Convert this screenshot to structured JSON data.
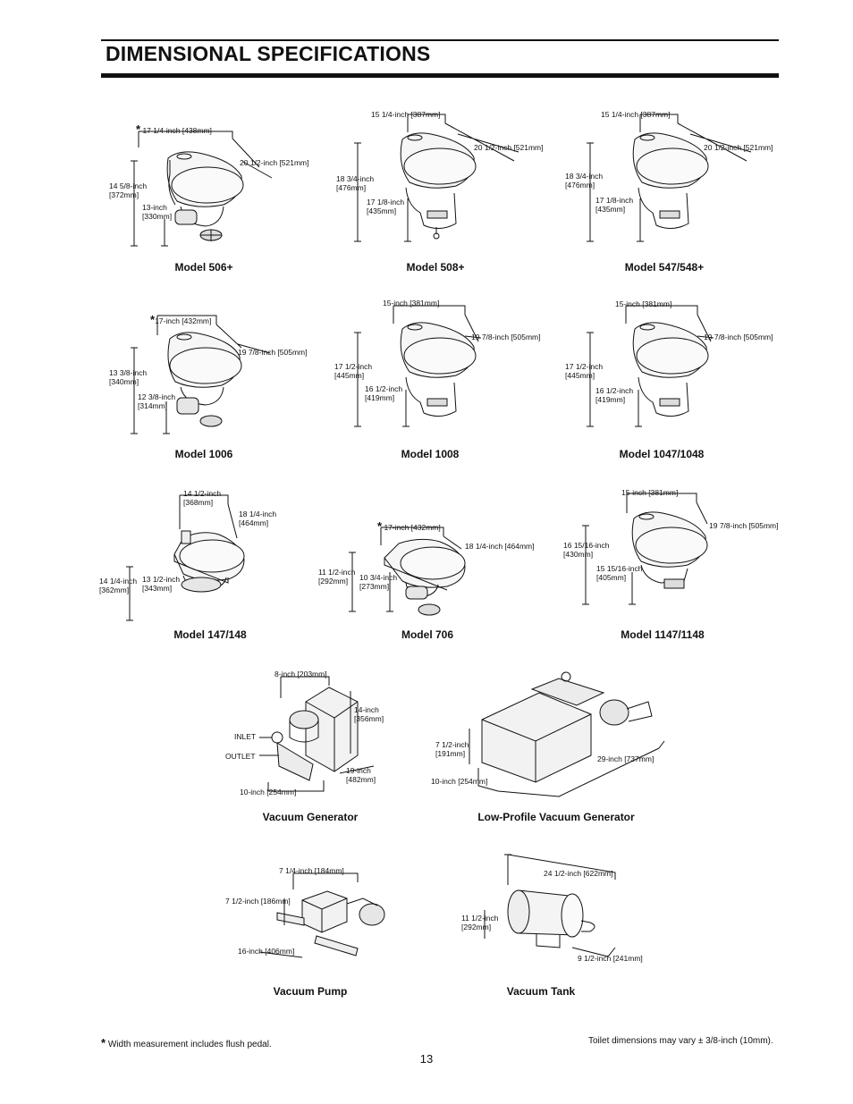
{
  "page": {
    "title": "DIMENSIONAL SPECIFICATIONS",
    "page_number": "13",
    "footnote_star": "*",
    "footnote_left": "Width measurement includes flush pedal.",
    "footnote_right": "Toilet dimensions may vary ± 3/8-inch (10mm)."
  },
  "models": {
    "m506": {
      "caption": "Model 506+",
      "width": "17 1/4-inch [438mm]",
      "depth": "20 1/2-inch [521mm]",
      "height": "14 5/8-inch\n[372mm]",
      "seat": "13-inch\n[330mm]"
    },
    "m508": {
      "caption": "Model 508+",
      "width": "15 1/4-inch [387mm]",
      "depth": "20 1/2-inch [521mm]",
      "height": "18 3/4-inch\n[476mm]",
      "seat": "17 1/8-inch\n[435mm]"
    },
    "m547": {
      "caption": "Model 547/548+",
      "width": "15 1/4-inch [387mm]",
      "depth": "20 1/2-inch [521mm]",
      "height": "18 3/4-inch\n[476mm]",
      "seat": "17 1/8-inch\n[435mm]"
    },
    "m1006": {
      "caption": "Model 1006",
      "width": "17-inch [432mm]",
      "depth": "19 7/8-inch [505mm]",
      "height": "13 3/8-inch\n[340mm]",
      "seat": "12 3/8-inch\n[314mm]"
    },
    "m1008": {
      "caption": "Model 1008",
      "width": "15-inch [381mm]",
      "depth": "19 7/8-inch [505mm]",
      "height": "17 1/2-inch\n[445mm]",
      "seat": "16 1/2-inch\n[419mm]"
    },
    "m1047": {
      "caption": "Model 1047/1048",
      "width": "15-inch [381mm]",
      "depth": "19 7/8-inch [505mm]",
      "height": "17 1/2-inch\n[445mm]",
      "seat": "16 1/2-inch\n[419mm]"
    },
    "m147": {
      "caption": "Model 147/148",
      "width": "14 1/2-inch\n[368mm]",
      "depth": "18 1/4-inch\n[464mm]",
      "height": "14 1/4-inch\n[362mm]",
      "seat": "13 1/2-inch\n[343mm]"
    },
    "m706": {
      "caption": "Model 706",
      "width": "17-inch [432mm]",
      "depth": "18 1/4-inch [464mm]",
      "height": "11 1/2-inch\n[292mm]",
      "seat": "10 3/4-inch\n[273mm]"
    },
    "m1147": {
      "caption": "Model 1147/1148",
      "width": "15-inch [381mm]",
      "depth": "19 7/8-inch [505mm]",
      "height": "16 15/16-inch\n[430mm]",
      "seat": "15 15/16-inch\n[405mm]"
    }
  },
  "equipment": {
    "vacgen": {
      "caption": "Vacuum Generator",
      "top": "8-inch [203mm]",
      "height": "14-inch\n[356mm]",
      "depth": "19-inch\n[482mm]",
      "width": "10-inch [254mm]",
      "inlet": "INLET",
      "outlet": "OUTLET"
    },
    "lowpro": {
      "caption": "Low-Profile Vacuum Generator",
      "height": "7 1/2-inch\n[191mm]",
      "width": "10-inch [254mm]",
      "length": "29-inch [737mm]"
    },
    "pump": {
      "caption": "Vacuum Pump",
      "top": "7 1/4-inch  [184mm]",
      "height": "7 1/2-inch [186mm]",
      "length": "16-inch [406mm]"
    },
    "tank": {
      "caption": "Vacuum Tank",
      "length": "24 1/2-inch [622mm]",
      "height": "11 1/2-inch\n[292mm]",
      "width": "9 1/2-inch [241mm]"
    }
  }
}
